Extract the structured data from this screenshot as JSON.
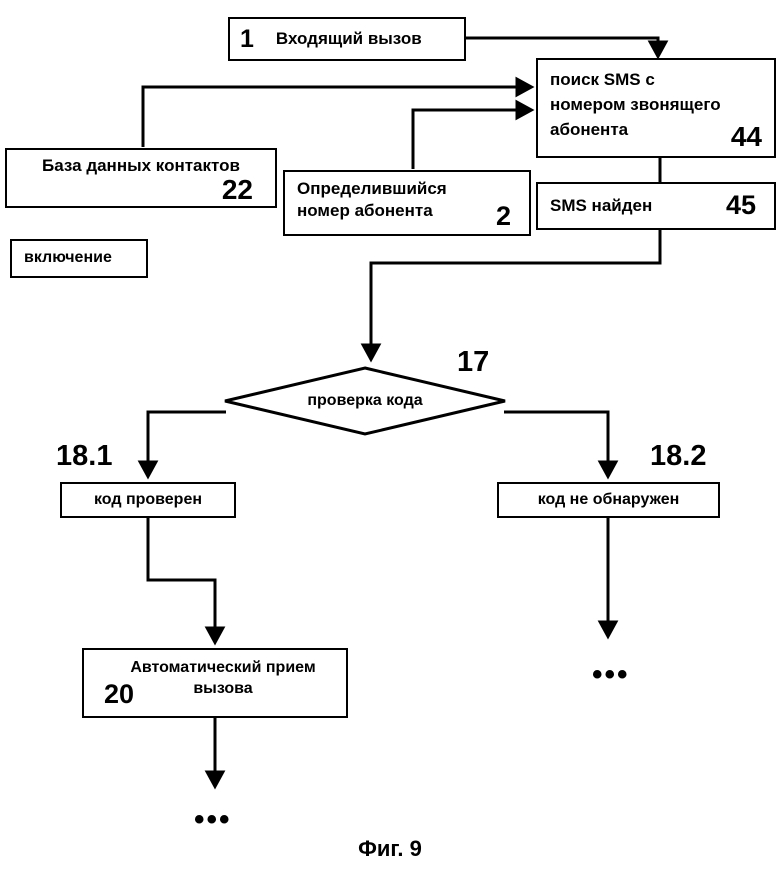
{
  "figure": {
    "caption": "Фиг. 9",
    "line_color": "#000000",
    "background": "#ffffff"
  },
  "chart_data": {
    "type": "diagram",
    "title": "Фиг. 9",
    "diagram_kind": "flowchart",
    "nodes": [
      {
        "id": "1",
        "ref": "1",
        "label": "Входящий вызов",
        "shape": "rect"
      },
      {
        "id": "44",
        "ref": "44",
        "label": "поиск SMS с номером звонящего абонента",
        "shape": "rect"
      },
      {
        "id": "22",
        "ref": "22",
        "label": "База данных контактов",
        "shape": "rect"
      },
      {
        "id": "2",
        "ref": "2",
        "label": "Определившийся номер абонента",
        "shape": "rect"
      },
      {
        "id": "45",
        "ref": "45",
        "label": "SMS найден",
        "shape": "rect"
      },
      {
        "id": "on",
        "ref": "",
        "label": "включение",
        "shape": "rect"
      },
      {
        "id": "17",
        "ref": "17",
        "label": "проверка кода",
        "shape": "diamond"
      },
      {
        "id": "18.1",
        "ref": "18.1",
        "label": "код проверен",
        "shape": "rect"
      },
      {
        "id": "18.2",
        "ref": "18.2",
        "label": "код не обнаружен",
        "shape": "rect"
      },
      {
        "id": "20",
        "ref": "20",
        "label": "Автоматический прием вызова",
        "shape": "rect"
      }
    ],
    "edges": [
      {
        "from": "1",
        "to": "44",
        "label": ""
      },
      {
        "from": "22",
        "to": "44",
        "label": ""
      },
      {
        "from": "2",
        "to": "44",
        "label": ""
      },
      {
        "from": "44",
        "to": "45",
        "label": ""
      },
      {
        "from": "45",
        "to": "17",
        "label": ""
      },
      {
        "from": "17",
        "to": "18.1",
        "label": ""
      },
      {
        "from": "17",
        "to": "18.2",
        "label": ""
      },
      {
        "from": "18.1",
        "to": "20",
        "label": ""
      },
      {
        "from": "20",
        "to": "...",
        "label": ""
      },
      {
        "from": "18.2",
        "to": "...",
        "label": ""
      }
    ]
  },
  "nodes": {
    "incoming_call": {
      "number": "1",
      "text": "Входящий вызов"
    },
    "sms_search": {
      "number": "44",
      "line1": "поиск SMS с",
      "line2": "номером звонящего",
      "line3": "абонента"
    },
    "contacts_db": {
      "number": "22",
      "text": "База данных контактов"
    },
    "caller_id": {
      "number": "2",
      "line1": "Определившийся",
      "line2": "номер абонента"
    },
    "sms_found": {
      "number": "45",
      "text": "SMS найден"
    },
    "activation": {
      "text": "включение"
    },
    "code_check": {
      "number": "17",
      "text": "проверка кода"
    },
    "code_verified": {
      "number": "18.1",
      "text": "код проверен"
    },
    "code_not_found": {
      "number": "18.2",
      "text": "код не обнаружен"
    },
    "auto_answer": {
      "number": "20",
      "line1": "Автоматический прием",
      "line2": "вызова"
    }
  },
  "markers": {
    "dots_left": "•••",
    "dots_right": "•••"
  }
}
